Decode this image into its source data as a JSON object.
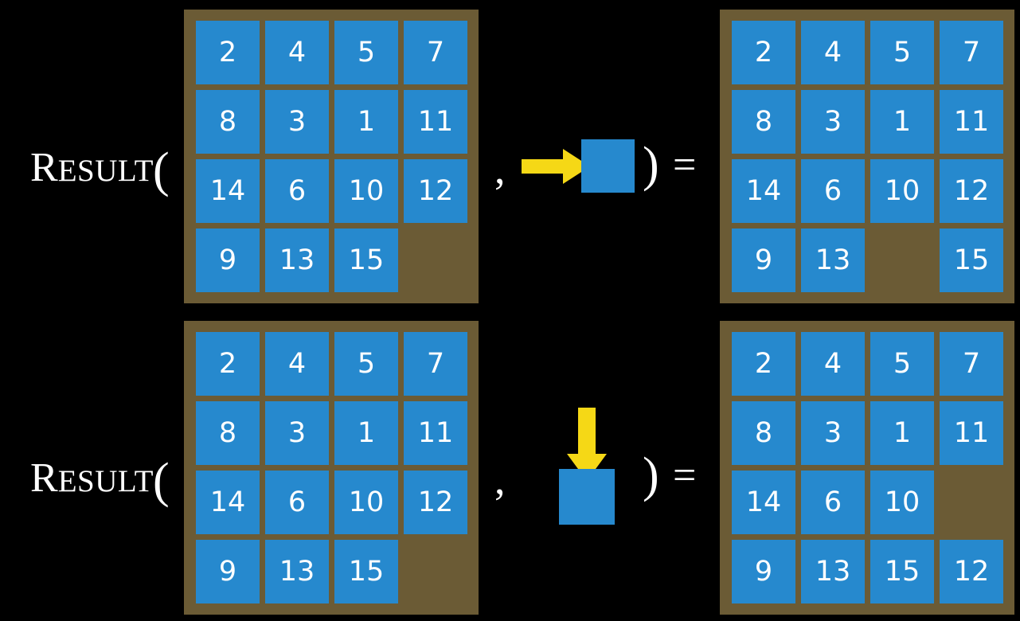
{
  "meta": {
    "background_color": "#000000",
    "board_color": "#6b5b35",
    "tile_color": "#2689ce",
    "tile_text_color": "#ffffff",
    "arrow_color": "#f5d816",
    "text_color": "#ffffff"
  },
  "labels": {
    "result_cap": "R",
    "result_rest": "ESULT",
    "open_paren": "(",
    "comma": ",",
    "close_paren": ")",
    "equals": "="
  },
  "rows": [
    {
      "id": "row-1",
      "label": "RESULT(",
      "action": {
        "name": "move-right",
        "direction": "right",
        "arrow_glyph": "→",
        "tile_value": ""
      },
      "input_board": {
        "name": "input-board-row-1",
        "tiles": [
          [
            "2",
            "4",
            "5",
            "7"
          ],
          [
            "8",
            "3",
            "1",
            "11"
          ],
          [
            "14",
            "6",
            "10",
            "12"
          ],
          [
            "9",
            "13",
            "15",
            ""
          ]
        ]
      },
      "output_board": {
        "name": "output-board-row-1",
        "tiles": [
          [
            "2",
            "4",
            "5",
            "7"
          ],
          [
            "8",
            "3",
            "1",
            "11"
          ],
          [
            "14",
            "6",
            "10",
            "12"
          ],
          [
            "9",
            "13",
            "",
            "15"
          ]
        ]
      }
    },
    {
      "id": "row-2",
      "label": "RESULT(",
      "action": {
        "name": "move-down",
        "direction": "down",
        "arrow_glyph": "↓",
        "tile_value": ""
      },
      "input_board": {
        "name": "input-board-row-2",
        "tiles": [
          [
            "2",
            "4",
            "5",
            "7"
          ],
          [
            "8",
            "3",
            "1",
            "11"
          ],
          [
            "14",
            "6",
            "10",
            "12"
          ],
          [
            "9",
            "13",
            "15",
            ""
          ]
        ]
      },
      "output_board": {
        "name": "output-board-row-2",
        "tiles": [
          [
            "2",
            "4",
            "5",
            "7"
          ],
          [
            "8",
            "3",
            "1",
            "11"
          ],
          [
            "14",
            "6",
            "10",
            ""
          ],
          [
            "9",
            "13",
            "15",
            "12"
          ]
        ]
      }
    }
  ]
}
